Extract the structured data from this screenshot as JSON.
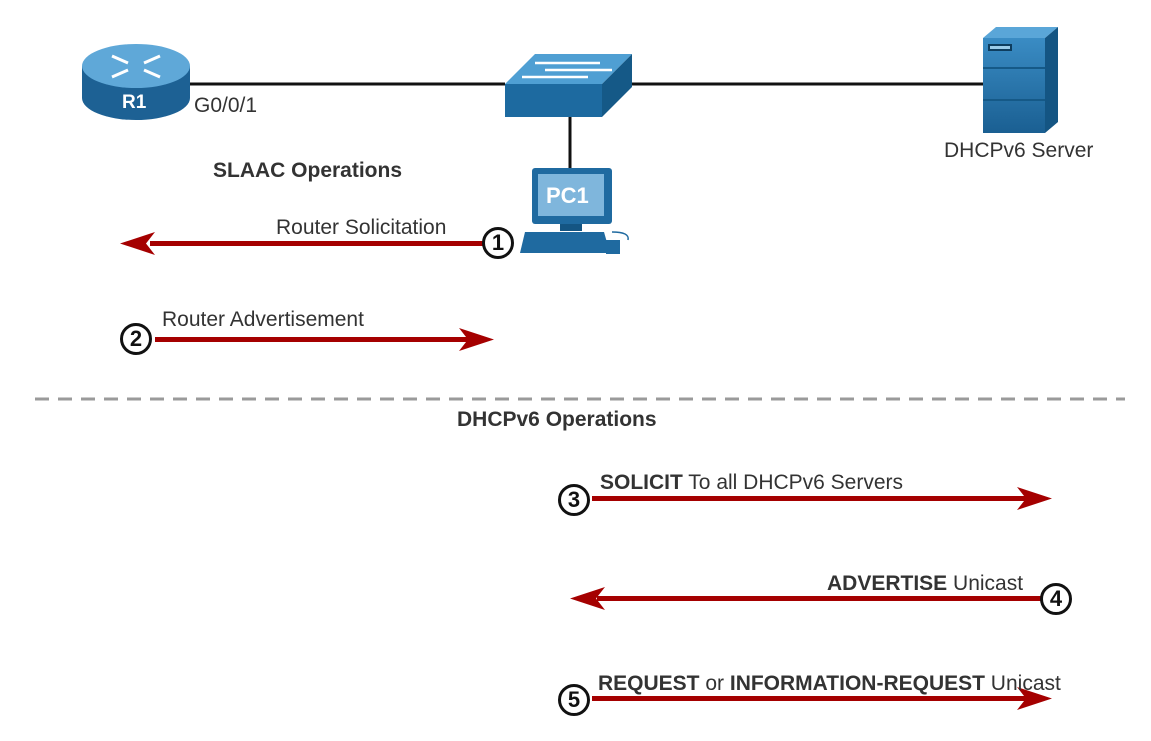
{
  "devices": {
    "router_label": "R1",
    "router_interface": "G0/0/1",
    "pc_label": "PC1",
    "server_label": "DHCPv6 Server"
  },
  "sections": {
    "slaac_title": "SLAAC Operations",
    "dhcp_title": "DHCPv6 Operations"
  },
  "steps": [
    {
      "number": "1",
      "text": "Router Solicitation",
      "direction": "left"
    },
    {
      "number": "2",
      "text": "Router Advertisement",
      "direction": "right"
    },
    {
      "number": "3",
      "keyword": "SOLICIT",
      "text": " To all DHCPv6 Servers",
      "direction": "right"
    },
    {
      "number": "4",
      "keyword": "ADVERTISE",
      "text": " Unicast",
      "direction": "left"
    },
    {
      "number": "5",
      "keyword": "REQUEST",
      "connector": " or ",
      "keyword2": "INFORMATION-REQUEST",
      "text": " Unicast",
      "direction": "right"
    }
  ],
  "colors": {
    "arrow": "#a50000",
    "device_blue": "#1f6fa8",
    "link": "#111111",
    "divider": "#9a9a9a"
  }
}
